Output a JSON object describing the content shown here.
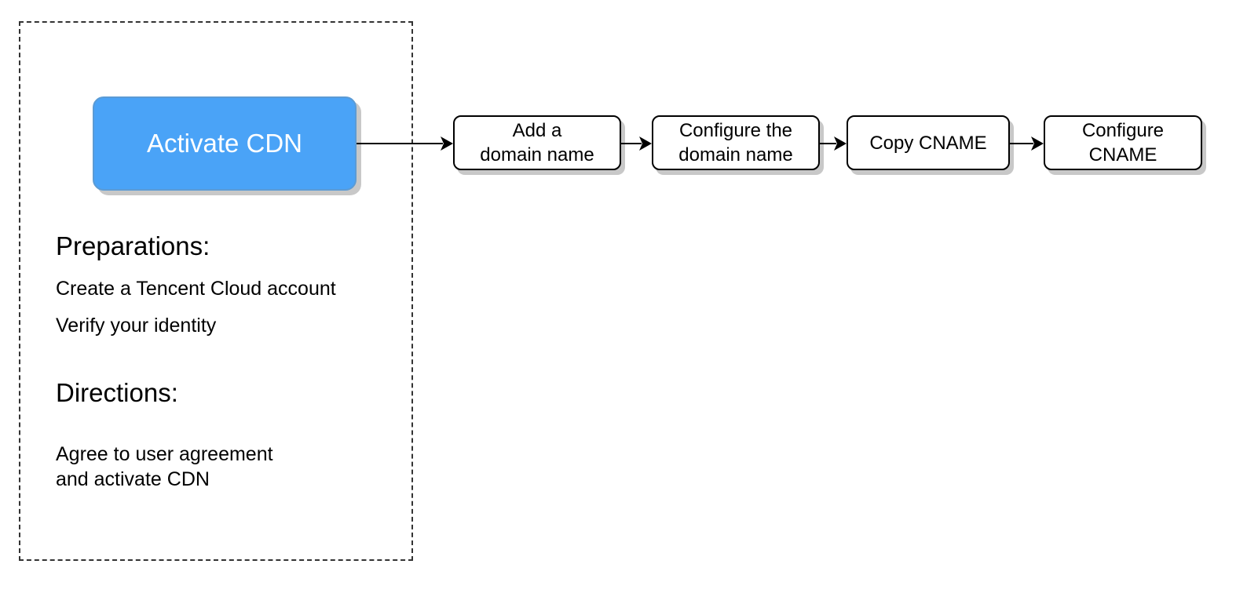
{
  "diagram": {
    "activate": {
      "label": "Activate CDN",
      "color": "#4aa3f7"
    },
    "preparations": {
      "heading": "Preparations:",
      "items": [
        "Create a Tencent Cloud account",
        "Verify your identity"
      ]
    },
    "directions": {
      "heading": "Directions:",
      "lines": [
        "Agree to user agreement",
        "and activate CDN"
      ]
    },
    "steps": [
      {
        "lines": [
          "Add a",
          "domain name"
        ]
      },
      {
        "lines": [
          "Configure the",
          "domain name"
        ]
      },
      {
        "lines": [
          "Copy CNAME"
        ]
      },
      {
        "lines": [
          "Configure",
          "CNAME"
        ]
      }
    ]
  }
}
